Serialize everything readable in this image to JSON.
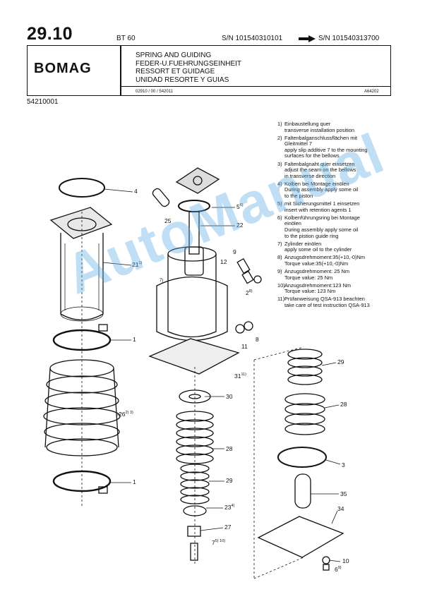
{
  "header": {
    "page_number": "29.10",
    "model": "BT 60",
    "sn_from": "S/N 101540310101",
    "sn_to": "S/N 101540313700",
    "logo_text": "BOMAG",
    "titles": [
      "SPRING AND GUIDING",
      "FEDER-U.FUEHRUNGSEINHEIT",
      "RESSORT ET GUIDAGE",
      "UNIDAD RESORTE Y GUIAS"
    ],
    "reference": "02910 / 00 / 542011",
    "drawing_code": "A64202",
    "document_number": "54210001"
  },
  "notes": [
    {
      "num": "1)",
      "lines": [
        "Einbaustellung quer",
        "transverse installation position"
      ]
    },
    {
      "num": "2)",
      "lines": [
        "Faltenbalganschlussflächen mit",
        "Gleitmittel 7",
        "apply slip additive 7 to the mounting",
        "surfaces for the bellows"
      ]
    },
    {
      "num": "3)",
      "lines": [
        "Faltenbalgnaht quer einsetzen",
        "adjust the seam on the bellows",
        "in transverse direction"
      ]
    },
    {
      "num": "4)",
      "lines": [
        "Kolben  bei Montage einölen",
        "During assembly apply some oil",
        "to the piston"
      ]
    },
    {
      "num": "5)",
      "lines": [
        "mit Sicherungsmittel 1 einsetzen",
        "insert with retention agents 1"
      ]
    },
    {
      "num": "6)",
      "lines": [
        "Kolbenführungsring bei Montage",
        "einölen",
        "During assembly apply some oil",
        "to the pistion guide ring"
      ]
    },
    {
      "num": "7)",
      "lines": [
        "Zylinder einölen",
        "apply some oil to the cylinder"
      ]
    },
    {
      "num": "8)",
      "lines": [
        "Anzugsdrehmoment:35(+10,-0)Nm",
        "Torque value:35(+10,-0)Nm"
      ]
    },
    {
      "num": "9)",
      "lines": [
        "Anzugsdrehmoment: 25  Nm",
        "Torque value: 25  Nm"
      ]
    },
    {
      "num": "10)",
      "lines": [
        "Anzugsdrehmoment:123  Nm",
        "Torque value: 123  Nm"
      ]
    },
    {
      "num": "11)",
      "lines": [
        "Prüfanweisung QSA-913 beachten",
        "take care of test instruction QSA-913"
      ]
    }
  ],
  "callouts": [
    {
      "id": "c4",
      "text": "4",
      "sup": ""
    },
    {
      "id": "c21",
      "text": "21",
      "sup": "1)"
    },
    {
      "id": "c1a",
      "text": "1",
      "sup": ""
    },
    {
      "id": "c26",
      "text": "26",
      "sup": "2) 3)"
    },
    {
      "id": "c1b",
      "text": "1",
      "sup": ""
    },
    {
      "id": "c25",
      "text": "25",
      "sup": ""
    },
    {
      "id": "c5",
      "text": "5",
      "sup": "6)"
    },
    {
      "id": "c22",
      "text": "22",
      "sup": ""
    },
    {
      "id": "c7note",
      "text": "7)",
      "sup": ""
    },
    {
      "id": "c9",
      "text": "9",
      "sup": ""
    },
    {
      "id": "c12",
      "text": "12",
      "sup": ""
    },
    {
      "id": "c2",
      "text": "2",
      "sup": "8)"
    },
    {
      "id": "c11",
      "text": "11",
      "sup": ""
    },
    {
      "id": "c8",
      "text": "8",
      "sup": ""
    },
    {
      "id": "c31",
      "text": "31",
      "sup": "11)"
    },
    {
      "id": "c30",
      "text": "30",
      "sup": ""
    },
    {
      "id": "c28a",
      "text": "28",
      "sup": ""
    },
    {
      "id": "c29a",
      "text": "29",
      "sup": ""
    },
    {
      "id": "c23",
      "text": "23",
      "sup": "4)"
    },
    {
      "id": "c27",
      "text": "27",
      "sup": ""
    },
    {
      "id": "c7",
      "text": "7",
      "sup": "5) 10)"
    },
    {
      "id": "c29b",
      "text": "29",
      "sup": ""
    },
    {
      "id": "c28b",
      "text": "28",
      "sup": ""
    },
    {
      "id": "c3",
      "text": "3",
      "sup": ""
    },
    {
      "id": "c35",
      "text": "35",
      "sup": ""
    },
    {
      "id": "c34",
      "text": "34",
      "sup": ""
    },
    {
      "id": "c10",
      "text": "10",
      "sup": ""
    },
    {
      "id": "c6",
      "text": "6",
      "sup": "9)"
    }
  ],
  "watermark": "AutoManual"
}
